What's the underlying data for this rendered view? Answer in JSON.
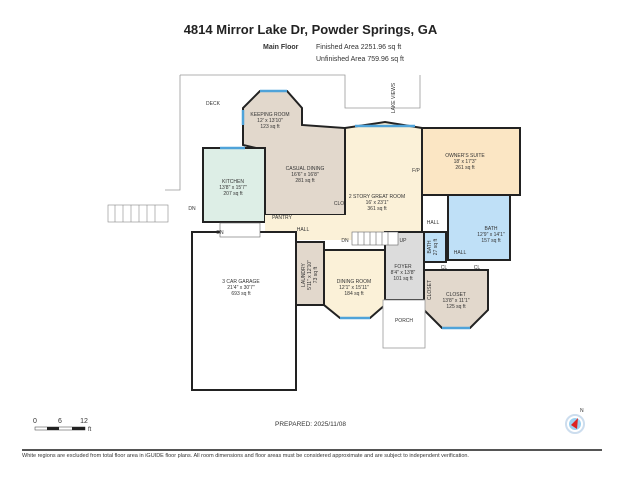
{
  "header": {
    "title": "4814 Mirror Lake Dr, Powder Springs, GA",
    "floor": "Main Floor",
    "finished": "Finished Area 2251.96 sq ft",
    "unfinished": "Unfinished Area 759.96 sq ft"
  },
  "rooms": [
    {
      "name": "KEEPING ROOM",
      "dim": "12' x 13'10\"",
      "area": "123 sq ft"
    },
    {
      "name": "CASUAL DINING",
      "dim": "16'6\" x 16'8\"",
      "area": "281 sq ft"
    },
    {
      "name": "KITCHEN",
      "dim": "13'8\" x 15'7\"",
      "area": "207 sq ft"
    },
    {
      "name": "2 STORY GREAT ROOM",
      "dim": "16' x 23'1\"",
      "area": "361 sq ft"
    },
    {
      "name": "OWNER'S SUITE",
      "dim": "18' x 17'3\"",
      "area": "261 sq ft"
    },
    {
      "name": "BATH",
      "dim": "12'9\" x 14'1\"",
      "area": "157 sq ft"
    },
    {
      "name": "3 CAR GARAGE",
      "dim": "21'4\" x 30'7\"",
      "area": "693 sq ft"
    },
    {
      "name": "DINING ROOM",
      "dim": "12'1\" x 15'11\"",
      "area": "184 sq ft"
    },
    {
      "name": "FOYER",
      "dim": "8'4\" x 13'8\"",
      "area": "101 sq ft"
    },
    {
      "name": "CLOSET",
      "dim": "13'8\" x 11'1\"",
      "area": "125 sq ft"
    }
  ],
  "labels": {
    "deck": "DECK",
    "lake": "LAKE VIEWS",
    "dn1": "DN",
    "dn2": "DN",
    "dn3": "DN",
    "up": "UP",
    "pantry": "PANTRY",
    "hall1": "HALL",
    "hall2": "HALL",
    "hall3": "HALL",
    "clo": "CLO",
    "fp": "F/P",
    "cl1": "CL",
    "cl2": "CL",
    "closet_small": "CLOSET",
    "porch": "PORCH",
    "laundry": "LAUNDRY",
    "laundry_dim": "5'11\" x 12'10\"",
    "laundry_area": "73 sq ft",
    "bath_small": "BATH",
    "bath_small_area": "27 sq ft"
  },
  "scale": {
    "t0": "0",
    "t1": "6",
    "t2": "12",
    "unit": "ft"
  },
  "prepared": "PREPARED: 2025/11/08",
  "footer": "White regions are excluded from total floor area in iGUIDE floor plans. All room dimensions and floor areas must be considered approximate and are subject to independent verification.",
  "colors": {
    "kitchen": "#ddeee6",
    "dining": "#e2d8cc",
    "great": "#fbf1d8",
    "suite": "#fbe6c4",
    "bath": "#bfe0f7",
    "foyer": "#dcdcdc",
    "window": "#4fa3d9"
  }
}
